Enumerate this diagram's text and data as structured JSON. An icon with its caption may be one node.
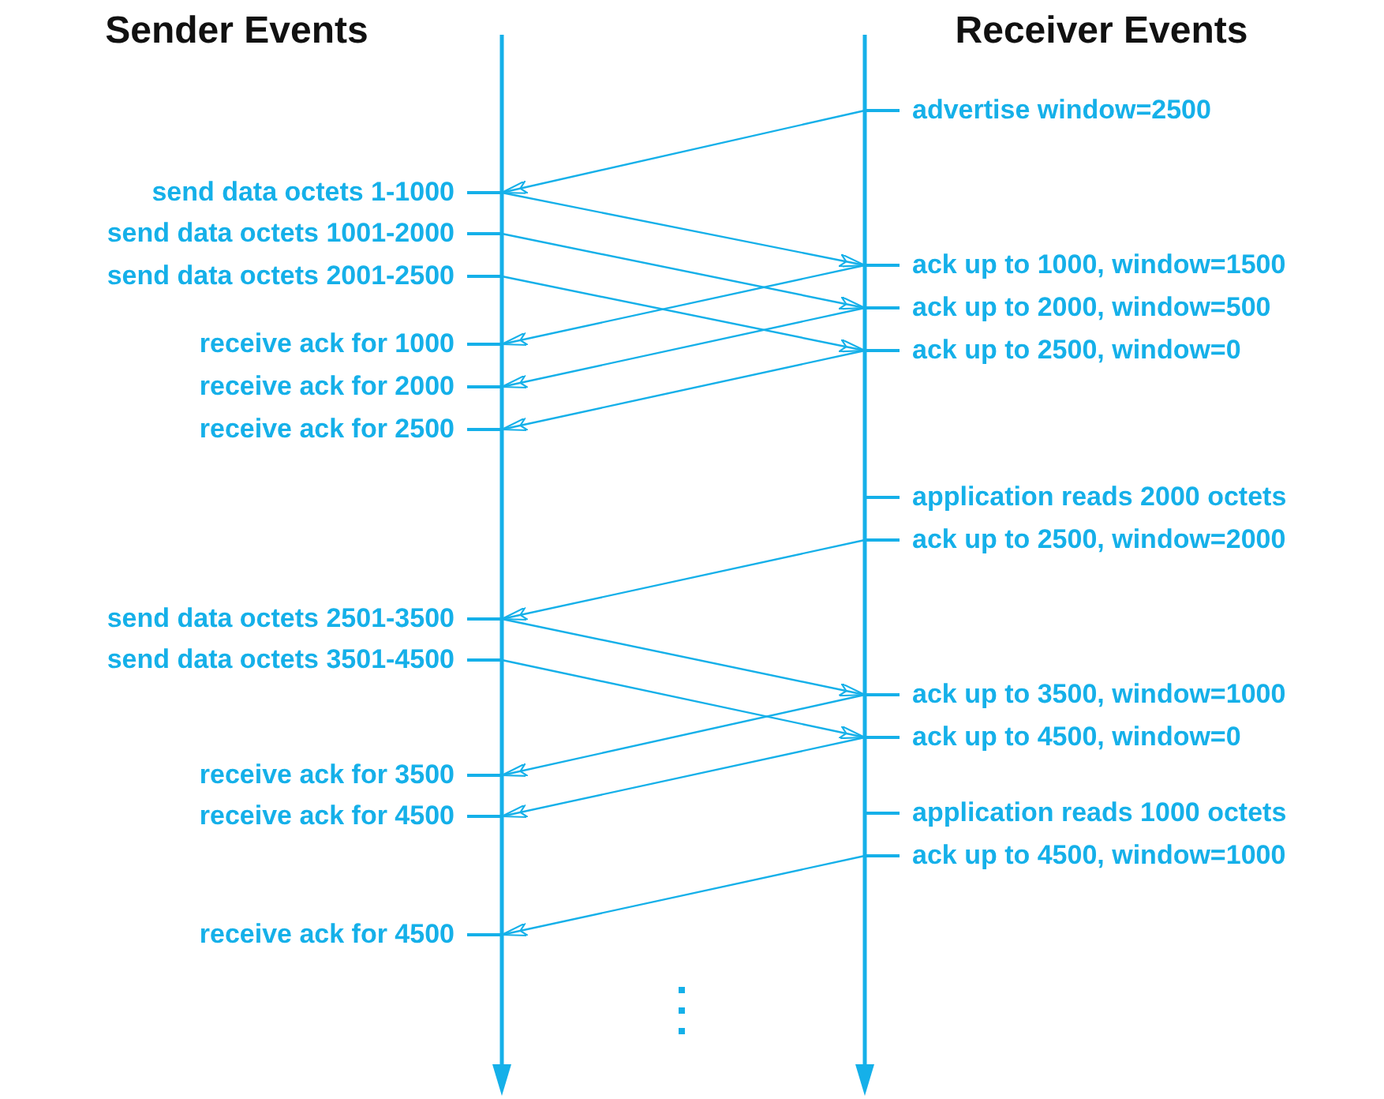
{
  "diagram": {
    "nodes": [
      {
        "text": [
          "advertise window=2500"
        ]
      },
      {
        "text": [
          "send data octets 1-1000"
        ]
      },
      {
        "text": [
          "send data octets 1001-2000"
        ]
      },
      {
        "text": [
          "ack up to 1000, window=1500"
        ]
      },
      {
        "text": [
          "send data octets 2001-2500"
        ]
      },
      {
        "text": [
          "ack up to 2000, window=500"
        ]
      },
      {
        "text": [
          "receive ack for 1000"
        ]
      },
      {
        "text": [
          "ack up to 2500, window=0"
        ]
      },
      {
        "text": [
          "receive ack for 2000"
        ]
      },
      {
        "text": [
          "receive ack for 2500"
        ]
      },
      {
        "text": [
          "application reads 2000 octets"
        ]
      },
      {
        "text": [
          "ack up to 2500, window=2000"
        ]
      },
      {
        "text": [
          "send data octets 2501-3500"
        ]
      },
      {
        "text": [
          "send data octets 3501-4500"
        ]
      },
      {
        "text": [
          "ack up to 3500, window=1000"
        ]
      },
      {
        "text": [
          "ack up to 4500, window=0"
        ]
      },
      {
        "text": [
          "receive ack for 3500"
        ]
      },
      {
        "text": [
          "application reads 1000 octets"
        ]
      },
      {
        "text": [
          "receive ack for 4500"
        ]
      },
      {
        "text": [
          "ack up to 4500, window=1000"
        ]
      },
      {
        "text": [
          "receive ack for 4500"
        ]
      }
    ],
    "edges": [
      {
        "from": 0,
        "to": 1,
        "arrow": "to"
      },
      {
        "from": 1,
        "to": 3,
        "arrow": "to"
      },
      {
        "from": 2,
        "to": 5,
        "arrow": "to"
      },
      {
        "from": 4,
        "to": 7,
        "arrow": "to"
      },
      {
        "from": 3,
        "to": 6,
        "arrow": "to"
      },
      {
        "from": 5,
        "to": 8,
        "arrow": "to"
      },
      {
        "from": 7,
        "to": 9,
        "arrow": "to"
      },
      {
        "from": 11,
        "to": 12,
        "arrow": "to"
      },
      {
        "from": 12,
        "to": 14,
        "arrow": "to"
      },
      {
        "from": 13,
        "to": 15,
        "arrow": "to"
      },
      {
        "from": 14,
        "to": 16,
        "arrow": "to"
      },
      {
        "from": 15,
        "to": 18,
        "arrow": "to"
      },
      {
        "from": 19,
        "to": 20,
        "arrow": "to"
      }
    ],
    "labels": [
      "Sender Events",
      "Receiver Events"
    ]
  }
}
